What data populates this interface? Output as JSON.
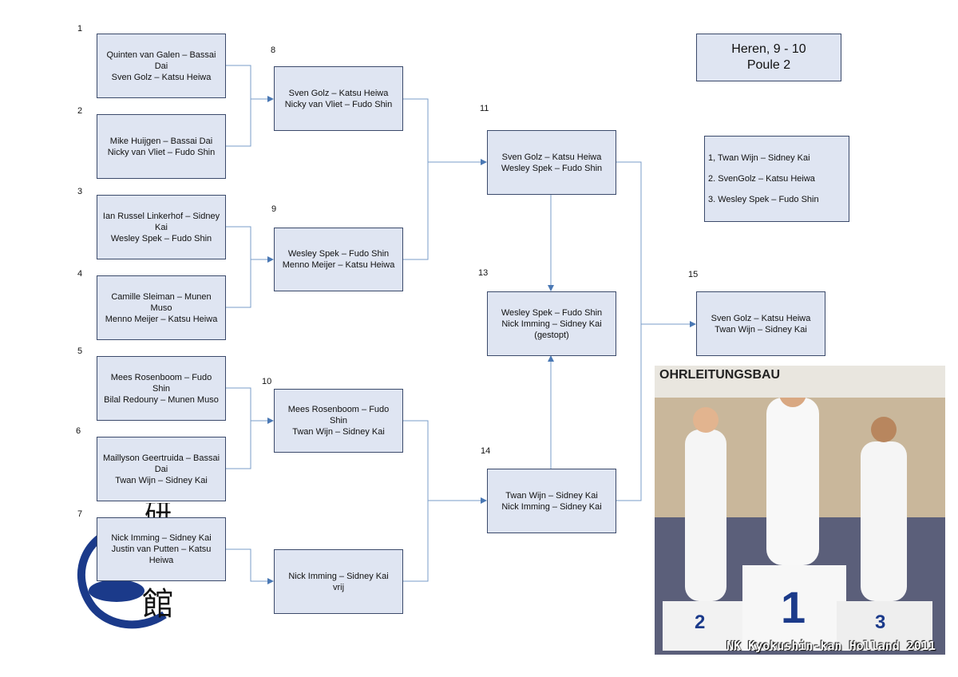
{
  "title": {
    "line1": "Heren, 9 - 10",
    "line2": "Poule 2"
  },
  "results": [
    "1, Twan Wijn – Sidney Kai",
    "2. SvenGolz – Katsu Heiwa",
    "3. Wesley Spek – Fudo Shin"
  ],
  "matches": {
    "m1": {
      "num": "1",
      "lines": [
        "Quinten van Galen – Bassai",
        "Dai",
        "Sven Golz – Katsu Heiwa"
      ]
    },
    "m2": {
      "num": "2",
      "lines": [
        "Mike Huijgen – Bassai Dai",
        "Nicky van Vliet – Fudo Shin"
      ]
    },
    "m3": {
      "num": "3",
      "lines": [
        "Ian Russel Linkerhof – Sidney",
        "Kai",
        "Wesley Spek – Fudo Shin"
      ]
    },
    "m4": {
      "num": "4",
      "lines": [
        "Camille Sleiman – Munen",
        "Muso",
        "Menno Meijer – Katsu Heiwa"
      ]
    },
    "m5": {
      "num": "5",
      "lines": [
        "Mees Rosenboom – Fudo",
        "Shin",
        "Bilal Redouny – Munen Muso"
      ]
    },
    "m6": {
      "num": "6",
      "lines": [
        "Maillyson Geertruida – Bassai",
        "Dai",
        "Twan Wijn – Sidney Kai"
      ]
    },
    "m7": {
      "num": "7",
      "lines": [
        "Nick Imming – Sidney Kai",
        "Justin van Putten – Katsu",
        "Heiwa"
      ]
    },
    "m8": {
      "num": "8",
      "lines": [
        "Sven Golz – Katsu Heiwa",
        "Nicky van Vliet – Fudo Shin"
      ]
    },
    "m9": {
      "num": "9",
      "lines": [
        "Wesley Spek – Fudo Shin",
        "Menno Meijer – Katsu Heiwa"
      ]
    },
    "m10": {
      "num": "10",
      "lines": [
        "Mees Rosenboom – Fudo",
        "Shin",
        "Twan Wijn – Sidney Kai"
      ]
    },
    "m10b": {
      "lines": [
        "Nick Imming – Sidney Kai",
        "vrij"
      ]
    },
    "m11": {
      "num": "11",
      "lines": [
        "Sven Golz – Katsu Heiwa",
        "Wesley Spek – Fudo Shin"
      ]
    },
    "m13": {
      "num": "13",
      "lines": [
        "Wesley Spek – Fudo Shin",
        "Nick Imming – Sidney Kai",
        "(gestopt)"
      ]
    },
    "m14": {
      "num": "14",
      "lines": [
        "Twan Wijn – Sidney Kai",
        "Nick Imming – Sidney Kai"
      ]
    },
    "m15": {
      "num": "15",
      "lines": [
        "Sven Golz – Katsu Heiwa",
        "Twan Wijn – Sidney Kai"
      ]
    }
  },
  "photo": {
    "banner": "OHRLEITUNGSBAU",
    "caption": "NK Kyokushin-kan Holland 2011",
    "podium": [
      "2",
      "1",
      "3"
    ]
  },
  "colors": {
    "box_fill": "#dfe5f2",
    "box_border": "#3b4a6b",
    "connector": "#4a78b4"
  }
}
